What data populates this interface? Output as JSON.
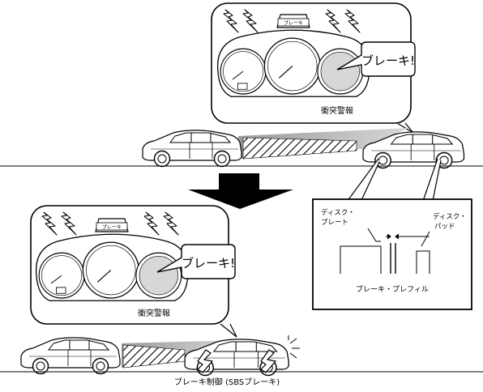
{
  "top_panel": {
    "badge_text": "ブレーキ",
    "speech_text": "ブレーキ!",
    "caption": "衝突警報"
  },
  "bottom_panel": {
    "badge_text": "ブレーキ",
    "speech_text": "ブレーキ!",
    "caption": "衝突警報"
  },
  "prefill_box": {
    "label_disc_plate": [
      "ディスク・",
      "プレート"
    ],
    "label_disc_pad": [
      "ディスク・",
      "パッド"
    ],
    "caption": "ブレーキ・プレフィル"
  },
  "bottom_caption": "ブレーキ制御 (SBSブレーキ)",
  "icons": [
    "lightning-icon",
    "brake-warning-icon",
    "car-icon",
    "down-arrow-icon",
    "gauge-icon",
    "impact-star-icon"
  ]
}
